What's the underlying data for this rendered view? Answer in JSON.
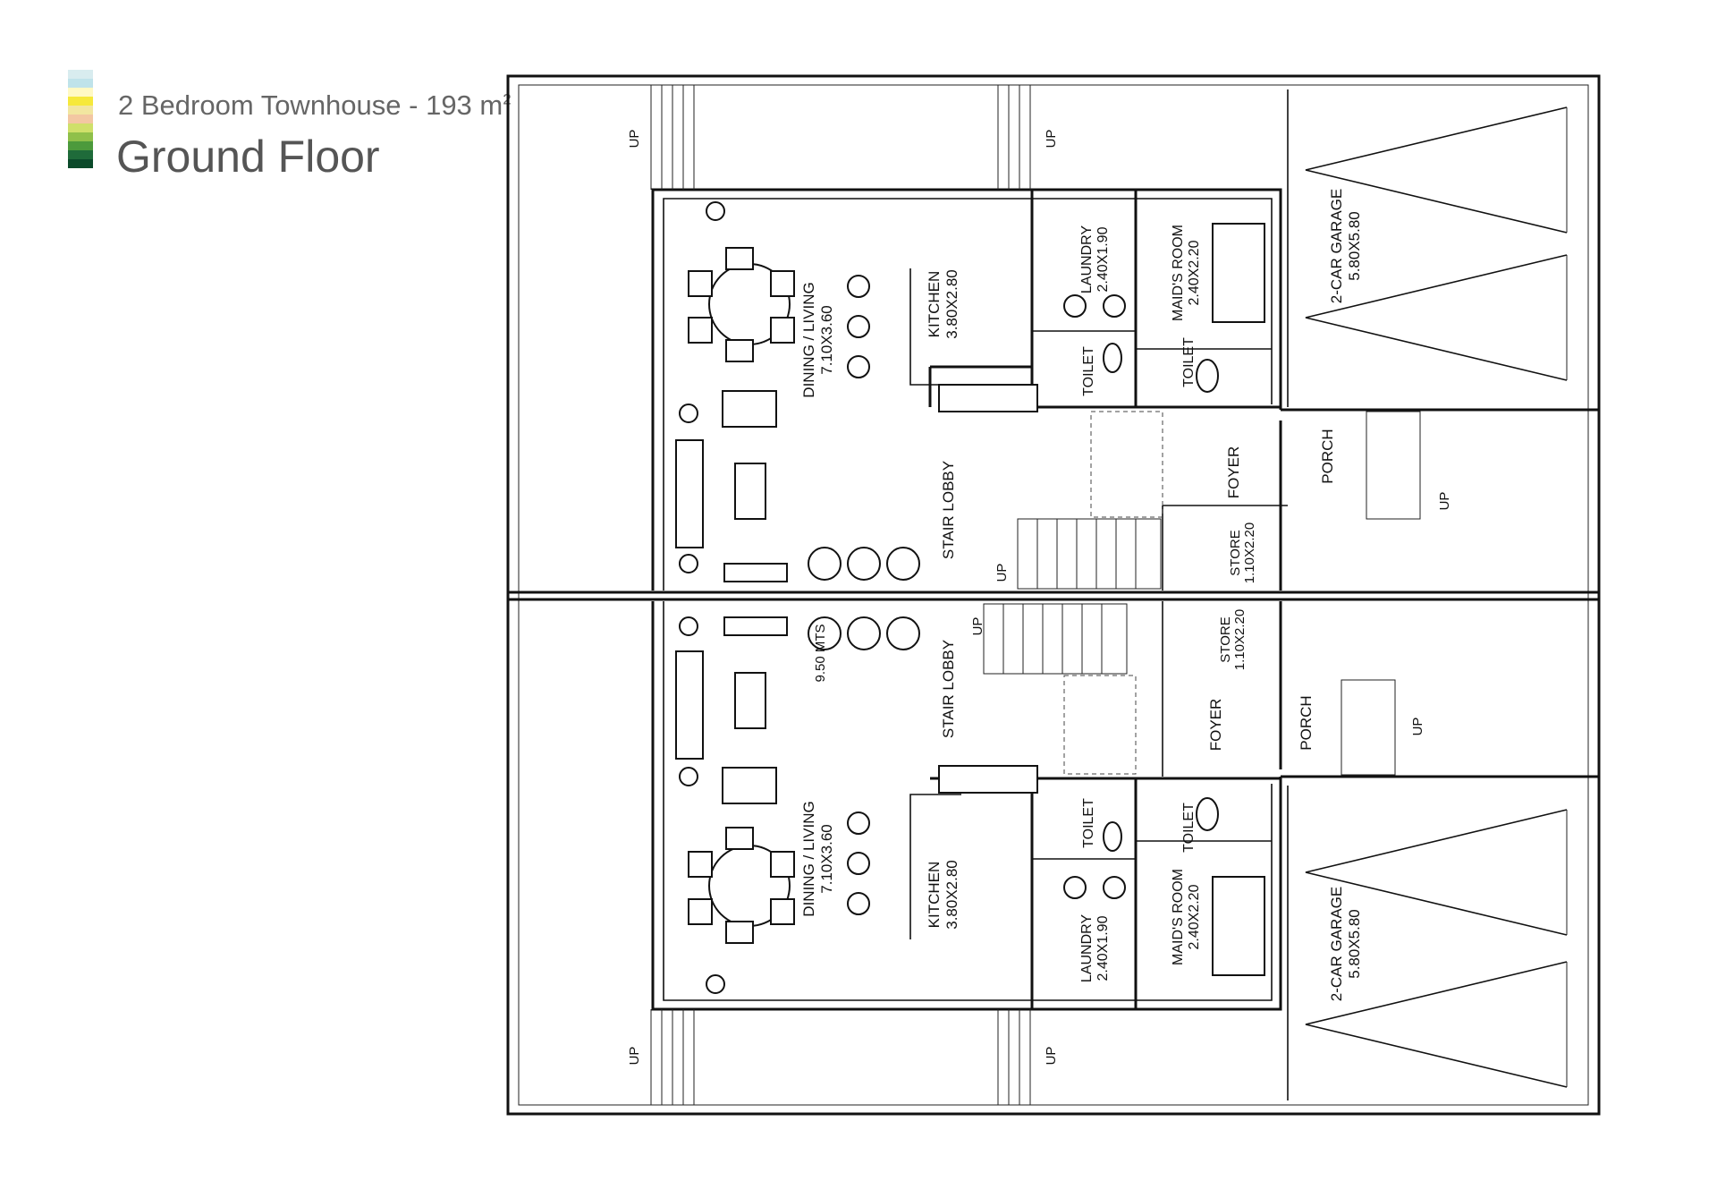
{
  "header": {
    "subtitle": "2 Bedroom Townhouse - 193 m",
    "subtitle_sup": "2",
    "title": "Ground Floor",
    "swatch_colors": [
      "#d8ecef",
      "#bfe3ea",
      "#fff9c4",
      "#f6e93b",
      "#f2e6a0",
      "#f3c7a2",
      "#cfe06a",
      "#8fc04a",
      "#4c9a3c",
      "#1f6b3a",
      "#0b4a2a"
    ]
  },
  "units": [
    {
      "dining_living": {
        "name": "DINING / LIVING",
        "dim": "7.10X3.60"
      },
      "kitchen": {
        "name": "KITCHEN",
        "dim": "3.80X2.80"
      },
      "laundry": {
        "name": "LAUNDRY",
        "dim": "2.40X1.90"
      },
      "maids_room": {
        "name": "MAID'S ROOM",
        "dim": "2.40X2.20"
      },
      "toilet_1": "TOILET",
      "toilet_2": "TOILET",
      "stair_lobby": "STAIR LOBBY",
      "foyer": "FOYER",
      "store": {
        "name": "STORE",
        "dim": "1.10X2.20"
      },
      "porch": "PORCH",
      "garage": {
        "name": "2-CAR GARAGE",
        "dim": "5.80X5.80"
      }
    },
    {
      "dining_living": {
        "name": "DINING / LIVING",
        "dim": "7.10X3.60"
      },
      "kitchen": {
        "name": "KITCHEN",
        "dim": "3.80X2.80"
      },
      "laundry": {
        "name": "LAUNDRY",
        "dim": "2.40X1.90"
      },
      "maids_room": {
        "name": "MAID'S ROOM",
        "dim": "2.40X2.20"
      },
      "toilet_1": "TOILET",
      "toilet_2": "TOILET",
      "stair_lobby": "STAIR LOBBY",
      "foyer": "FOYER",
      "store": {
        "name": "STORE",
        "dim": "1.10X2.20"
      },
      "porch": "PORCH",
      "garage": {
        "name": "2-CAR GARAGE",
        "dim": "5.80X5.80"
      }
    }
  ],
  "up_label": "UP",
  "dimension_note": "9.50 MTS"
}
